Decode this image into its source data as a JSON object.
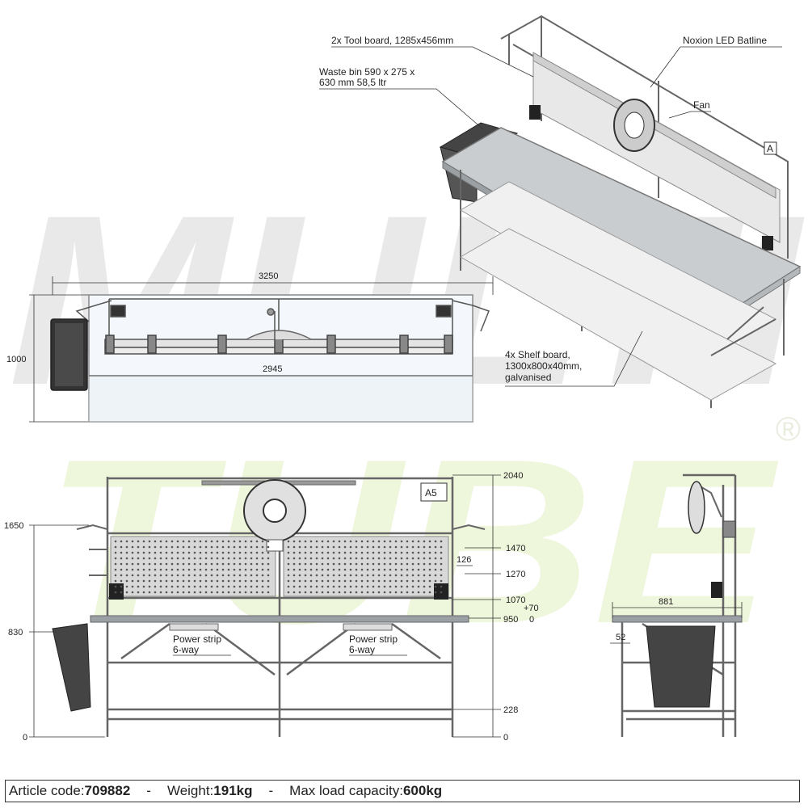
{
  "watermark": {
    "line1": "MULTI",
    "line2": "TUBE",
    "registered": "®"
  },
  "callouts": {
    "tool_board": "2x Tool board, 1285x456mm",
    "led": "Noxion LED Batline",
    "waste_bin_l1": "Waste bin 590 x 275 x",
    "waste_bin_l2": "630 mm 58,5 ltr",
    "fan": "Fan",
    "shelf_l1": "4x Shelf board,",
    "shelf_l2": "1300x800x40mm,",
    "shelf_l3": "galvanised",
    "tag_a": "A",
    "tag_a5": "A5",
    "power_strip_l1": "Power strip",
    "power_strip_l2": "6-way"
  },
  "dimensions": {
    "top_width": "3250",
    "top_inner": "2945",
    "top_depth": "1000",
    "h_2040": "2040",
    "h_1470": "1470",
    "h_1270": "1270",
    "h_1070": "1070",
    "h_p70": "+70",
    "h_950": "950",
    "h_0r": "0",
    "h_228": "228",
    "h_0b": "0",
    "h_1650": "1650",
    "h_830": "830",
    "h_0l": "0",
    "w_126": "126",
    "side_881": "881",
    "side_52": "52"
  },
  "footer": {
    "article_label": "Article code: ",
    "article_value": "709882",
    "sep": "-",
    "weight_label": "Weight: ",
    "weight_value": "191kg",
    "load_label": "Max load capacity: ",
    "load_value": "600kg"
  }
}
